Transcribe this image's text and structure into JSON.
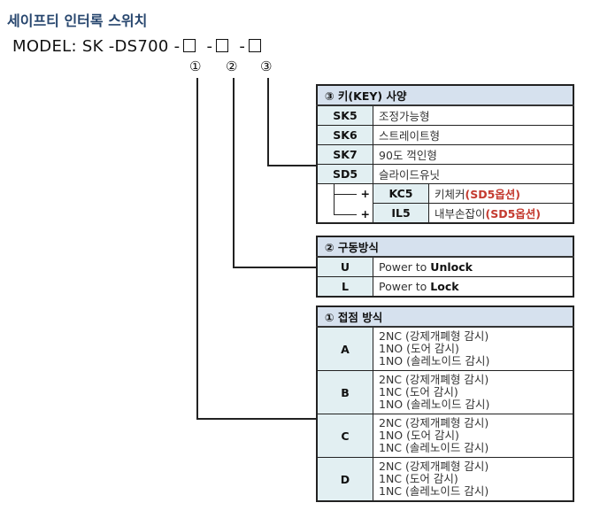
{
  "title": "세이프티 인터록 스위치",
  "model": {
    "prefix": "MODEL: SK -DS700",
    "sep": "-",
    "markers": [
      "①",
      "②",
      "③"
    ]
  },
  "key_table": {
    "header": "③ 키(KEY) 사양",
    "rows": [
      {
        "code": "SK5",
        "desc": "조정가능형"
      },
      {
        "code": "SK6",
        "desc": "스트레이트형"
      },
      {
        "code": "SK7",
        "desc": "90도 꺽인형"
      },
      {
        "code": "SD5",
        "desc": "슬라이드유닛"
      }
    ],
    "options": [
      {
        "plus": "+",
        "code": "KC5",
        "desc": "키체커",
        "note": "(SD5옵션)"
      },
      {
        "plus": "+",
        "code": "IL5",
        "desc": "내부손잡이",
        "note": "(SD5옵션)"
      }
    ]
  },
  "drive_table": {
    "header": "② 구동방식",
    "rows": [
      {
        "code": "U",
        "prefix": "Power to ",
        "bold": "Unlock"
      },
      {
        "code": "L",
        "prefix": "Power to ",
        "bold": "Lock"
      }
    ]
  },
  "contact_table": {
    "header": "① 접점 방식",
    "rows": [
      {
        "code": "A",
        "lines": [
          "2NC (강제개폐형 감시)",
          "1NO (도어 감시)",
          "1NO (솔레노이드 감시)"
        ]
      },
      {
        "code": "B",
        "lines": [
          "2NC (강제개폐형 감시)",
          "1NC (도어 감시)",
          "1NO (솔레노이드 감시)"
        ]
      },
      {
        "code": "C",
        "lines": [
          "2NC (강제개폐형 감시)",
          "1NO (도어 감시)",
          "1NC (솔레노이드 감시)"
        ]
      },
      {
        "code": "D",
        "lines": [
          "2NC (강제개폐형 감시)",
          "1NC (도어 감시)",
          "1NC (솔레노이드 감시)"
        ]
      }
    ]
  }
}
